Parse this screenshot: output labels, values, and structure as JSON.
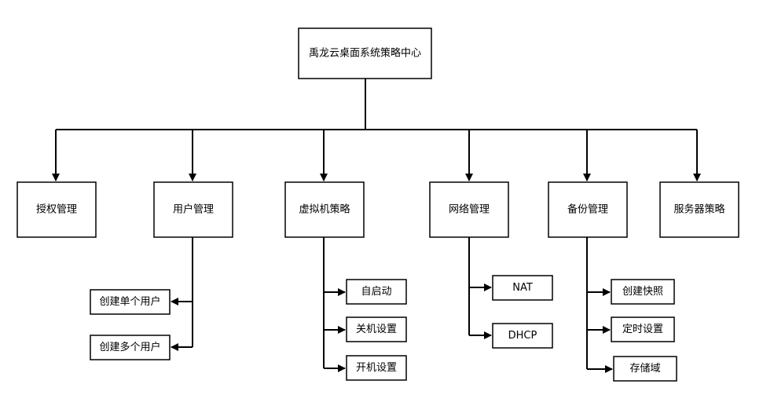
{
  "root": {
    "label": "禹龙云桌面系统策略中心"
  },
  "categories": [
    {
      "label": "授权管理"
    },
    {
      "label": "用户管理",
      "children": [
        {
          "label": "创建单个用户"
        },
        {
          "label": "创建多个用户"
        }
      ]
    },
    {
      "label": "虚拟机策略",
      "children": [
        {
          "label": "自启动"
        },
        {
          "label": "关机设置"
        },
        {
          "label": "开机设置"
        }
      ]
    },
    {
      "label": "网络管理",
      "children": [
        {
          "label": "NAT"
        },
        {
          "label": "DHCP"
        }
      ]
    },
    {
      "label": "备份管理",
      "children": [
        {
          "label": "创建快照"
        },
        {
          "label": "定时设置"
        },
        {
          "label": "存储域"
        }
      ]
    },
    {
      "label": "服务器策略"
    }
  ]
}
